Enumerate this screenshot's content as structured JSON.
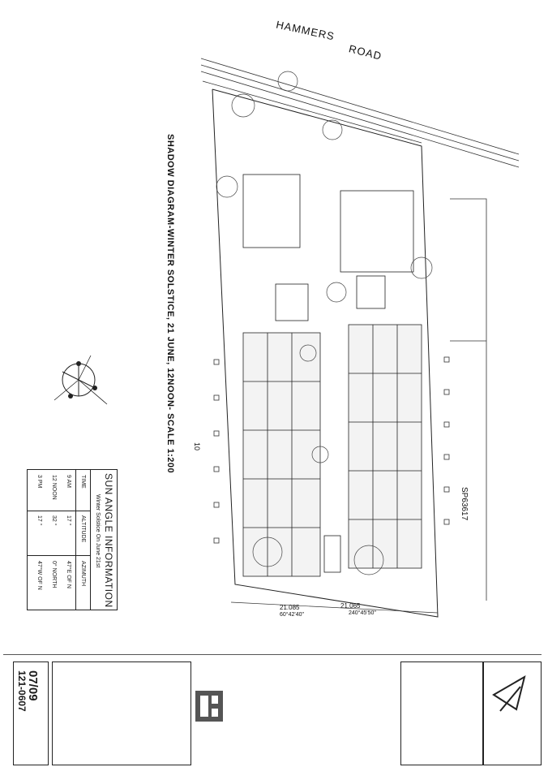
{
  "roads": {
    "hammers": "HAMMERS",
    "road": "ROAD"
  },
  "diagram_title": "SHADOW DIAGRAM-WINTER SOLSTICE, 21 JUNE, 12NOON- SCALE 1:200",
  "sp_label": "SP63617",
  "lot_number": "10",
  "dimensions": {
    "left_frontage": "21.085",
    "right_frontage": "21.065",
    "bearing": "240°45'50\"",
    "left_bearing": "60°42'40\""
  },
  "sun_angle": {
    "title": "SUN ANGLE INFORMATION",
    "subtitle": "Winter Solstice On June 21st",
    "headers": [
      "TIME",
      "ALTITUDE",
      "AZIMUTH"
    ],
    "rows": [
      [
        "9 AM",
        "17 °",
        "47°E OF N"
      ],
      [
        "12 NOON",
        "32 °",
        "0° NORTH"
      ],
      [
        "3 PM",
        "17 °",
        "47°W OF N"
      ]
    ]
  },
  "title_block": {
    "drawing_number": "07/09",
    "project_number": "121-0607"
  },
  "icons": {
    "north_arrow": "north-arrow-icon",
    "sun_compass": "sun-path-compass-icon",
    "firm_logo": "firm-logo-icon"
  }
}
